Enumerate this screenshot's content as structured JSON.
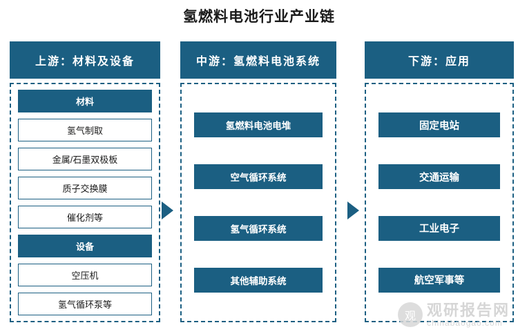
{
  "title": "氢燃料电池行业产业链",
  "colors": {
    "primary": "#1b5f82",
    "text": "#1a1a1a",
    "background": "#ffffff",
    "watermark": "#cfcfcf"
  },
  "columns": {
    "upstream": {
      "header": "上游：材料及设备",
      "items": [
        {
          "label": "材料",
          "style": "filled"
        },
        {
          "label": "氢气制取",
          "style": "outline"
        },
        {
          "label": "金属/石墨双极板",
          "style": "outline"
        },
        {
          "label": "质子交换膜",
          "style": "outline"
        },
        {
          "label": "催化剂等",
          "style": "outline"
        },
        {
          "label": "设备",
          "style": "filled"
        },
        {
          "label": "空压机",
          "style": "outline"
        },
        {
          "label": "氢气循环泵等",
          "style": "outline"
        }
      ]
    },
    "midstream": {
      "header": "中游：氢燃料电池系统",
      "items": [
        {
          "label": "氢燃料电池电堆",
          "style": "filled"
        },
        {
          "label": "空气循环系统",
          "style": "filled"
        },
        {
          "label": "氢气循环系统",
          "style": "filled"
        },
        {
          "label": "其他辅助系统",
          "style": "filled"
        }
      ]
    },
    "downstream": {
      "header": "下游：应用",
      "items": [
        {
          "label": "固定电站",
          "style": "filled"
        },
        {
          "label": "交通运输",
          "style": "filled"
        },
        {
          "label": "工业电子",
          "style": "filled"
        },
        {
          "label": "航空军事等",
          "style": "filled"
        }
      ]
    }
  },
  "arrows": [
    {
      "name": "arrow-upstream-to-midstream",
      "direction": "right"
    },
    {
      "name": "arrow-midstream-to-downstream",
      "direction": "right"
    }
  ],
  "watermark": {
    "logo_glyph": "观",
    "main": "观研报告网",
    "sub": "chinabaogao.com"
  }
}
